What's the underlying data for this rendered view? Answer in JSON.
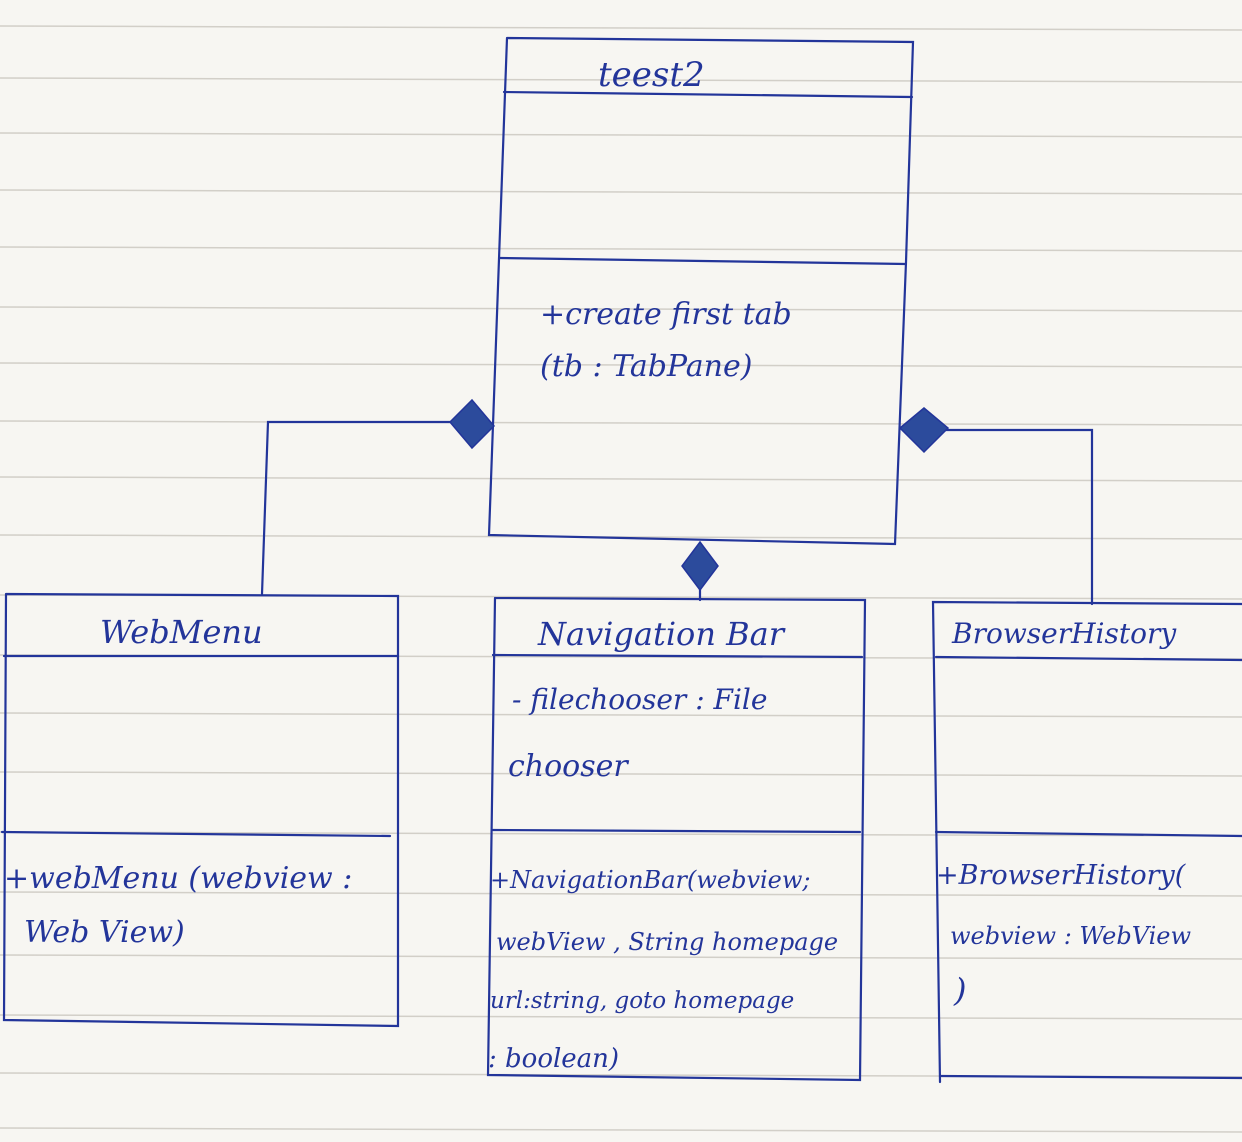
{
  "classes": {
    "main": {
      "name": "teest2",
      "operations": [
        "+create first tab",
        "(tb : TabPane)"
      ]
    },
    "webmenu": {
      "name": "WebMenu",
      "operations": [
        "+webMenu (webview :",
        "Web View)"
      ]
    },
    "navbar": {
      "name": "Navigation Bar",
      "attributes": [
        "- filechooser : File",
        "chooser"
      ],
      "operations": [
        "+NavigationBar(webview;",
        "webView , String homepage",
        "url:string, goto homepage",
        ": boolean)"
      ]
    },
    "history": {
      "name": "BrowserHistory",
      "operations": [
        "+BrowserHistory(",
        "webview : WebView",
        ")"
      ]
    }
  },
  "colors": {
    "ink": "#23359a",
    "diamond": "#2c4b9c",
    "rule": "#d2cfc8",
    "paper": "#f7f6f2"
  }
}
